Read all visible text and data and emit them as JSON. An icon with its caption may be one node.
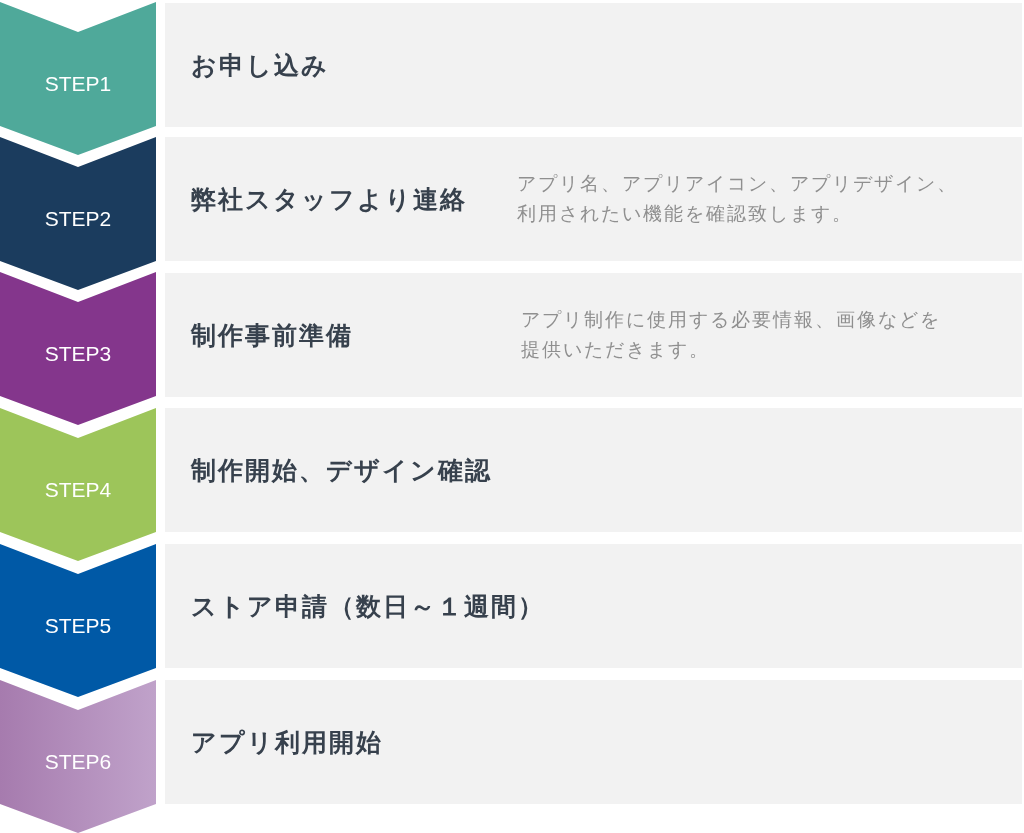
{
  "diagram": {
    "nodes": [
      {
        "text": [
          "STEP1"
        ]
      },
      {
        "text": [
          "お申し込み"
        ]
      },
      {
        "text": [
          "STEP2"
        ]
      },
      {
        "text": [
          "弊社スタッフより連絡",
          "アプリ名、アプリアイコン、アプリデザイン、利用されたい機能を確認致します。"
        ]
      },
      {
        "text": [
          "STEP3"
        ]
      },
      {
        "text": [
          "制作事前準備",
          "アプリ制作に使用する必要情報、画像などを提供いただきます。"
        ]
      },
      {
        "text": [
          "STEP4"
        ]
      },
      {
        "text": [
          "制作開始、デザイン確認"
        ]
      },
      {
        "text": [
          "STEP5"
        ]
      },
      {
        "text": [
          "ストア申請（数日～１週間）"
        ]
      },
      {
        "text": [
          "STEP6"
        ]
      },
      {
        "text": [
          "アプリ利用開始"
        ]
      }
    ]
  }
}
